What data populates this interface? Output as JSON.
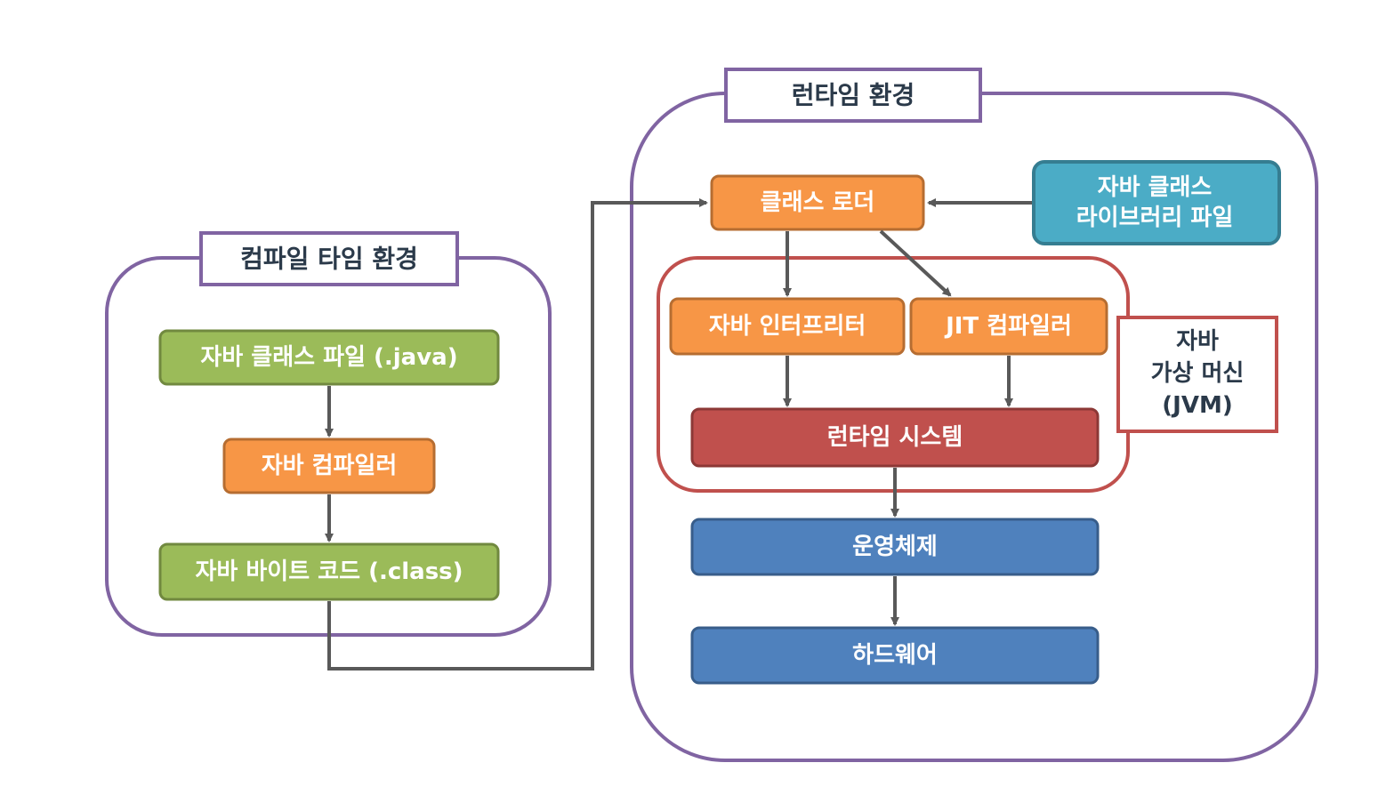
{
  "compile_env": {
    "title": "컴파일 타임 환경",
    "java_source": "자바 클래스 파일 (.java)",
    "java_compiler": "자바 컴파일러",
    "bytecode": "자바 바이트 코드 (.class)"
  },
  "runtime_env": {
    "title": "런타임 환경",
    "class_loader": "클래스 로더",
    "class_library_line1": "자바 클래스",
    "class_library_line2": "라이브러리 파일",
    "interpreter": "자바 인터프리터",
    "jit": "JIT 컴파일러",
    "runtime_system": "런타임 시스템",
    "jvm_line1": "자바",
    "jvm_line2": "가상 머신",
    "jvm_line3": "(JVM)",
    "os": "운영체제",
    "hardware": "하드웨어"
  },
  "colors": {
    "container_border": "#8064a2",
    "green": "#9bbb59",
    "green_border": "#71893f",
    "orange": "#f79646",
    "orange_border": "#b66d31",
    "teal": "#4bacc6",
    "teal_border": "#357d91",
    "red_group": "#c0504d",
    "dark_red": "#c0504d",
    "dark_red_border": "#8c3836",
    "blue": "#4f81bd",
    "blue_border": "#385d8a",
    "arrow": "#595959",
    "label_text": "#2b3a4a"
  }
}
